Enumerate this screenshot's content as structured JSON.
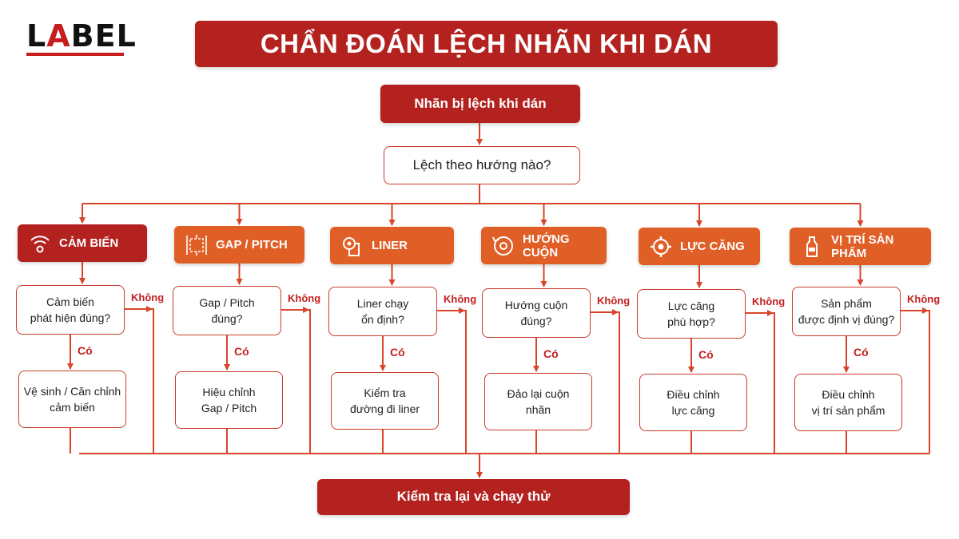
{
  "brand": {
    "logo": "LABEL"
  },
  "title": "CHẨN ĐOÁN LỆCH NHÃN KHI DÁN",
  "root": "Nhãn bị lệch khi dán",
  "root_question": "Lệch theo hướng nào?",
  "categories": [
    {
      "label": "CẢM BIẾN",
      "icon": "sensor-icon",
      "color": "#b3221f",
      "question": "Cảm biến\nphát hiện đúng?",
      "action": "Vệ sinh / Căn chỉnh\ncảm biến"
    },
    {
      "label": "GAP / PITCH",
      "icon": "gap-pitch-icon",
      "color": "#e05f26",
      "question": "Gap / Pitch\nđúng?",
      "action": "Hiệu chỉnh\nGap / Pitch"
    },
    {
      "label": "LINER",
      "icon": "liner-roll-icon",
      "color": "#e05f26",
      "question": "Liner chạy\nổn định?",
      "action": "Kiểm tra\nđường đi liner"
    },
    {
      "label": "HƯỚNG CUỘN",
      "icon": "roll-direction-icon",
      "color": "#e05f26",
      "question": "Hướng cuộn\nđúng?",
      "action": "Đảo lại cuộn\nnhãn"
    },
    {
      "label": "LỰC CĂNG",
      "icon": "tension-gear-icon",
      "color": "#e05f26",
      "question": "Lực căng\nphù hợp?",
      "action": "Điều chỉnh\nlực căng"
    },
    {
      "label": "VỊ TRÍ SẢN PHẨM",
      "icon": "bottle-icon",
      "color": "#e05f26",
      "question": "Sản phẩm\nđược định vị đúng?",
      "action": "Điều chỉnh\nvị trí sản phẩm"
    }
  ],
  "yes_label": "Có",
  "no_label": "Không",
  "final": "Kiểm tra lại và chạy thử",
  "colors": {
    "primary": "#b3221f",
    "accent": "#e05f26",
    "line": "#d9452a"
  }
}
